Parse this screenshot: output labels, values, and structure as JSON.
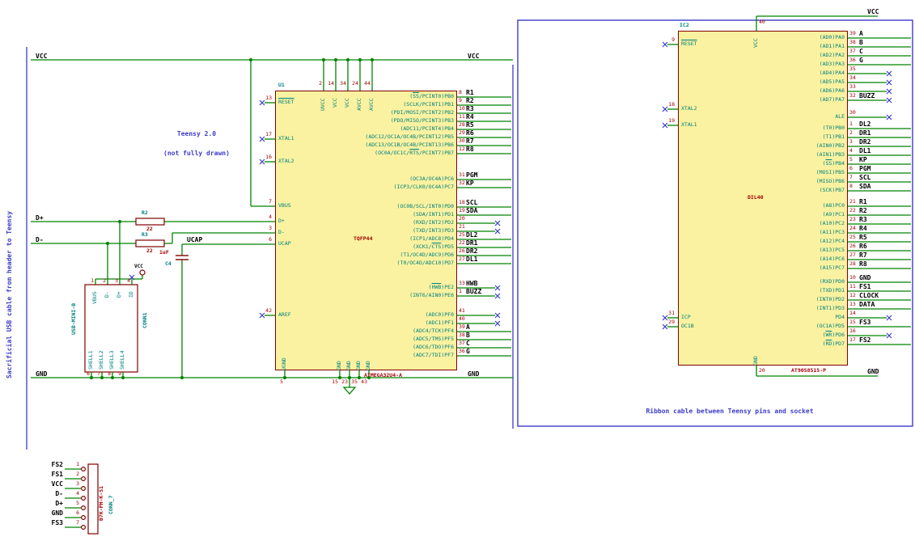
{
  "sheet": {
    "left_note": "Sacrificial USB cable from header to Teensy",
    "teensy_note": [
      "Teensy 2.0",
      "(not fully drawn)"
    ],
    "ribbon_note": "Ribbon cable between Teensy pins and socket"
  },
  "rails": {
    "vcc": "VCC",
    "gnd": "GND",
    "dplus": "D+",
    "dminus": "D-",
    "ucap": "UCAP"
  },
  "colors": {
    "wire": "#008400",
    "note": "#3C3CC8",
    "frame": "#3C3CC8",
    "pin_name": "#008080",
    "pin_number": "#A40000",
    "value": "#A40000",
    "reference": "#008080",
    "label": "#000000",
    "body_fill": "#FAF2A0",
    "body_border": "#800000"
  },
  "u1": {
    "ref": "U1",
    "value": "ATMEGA32U4-A",
    "package": "TQFP44",
    "top_pins": [
      {
        "name": "UVCC",
        "num": "2"
      },
      {
        "name": "VCC",
        "num": "14"
      },
      {
        "name": "VCC",
        "num": "34"
      },
      {
        "name": "AVCC",
        "num": "24"
      },
      {
        "name": "AVCC",
        "num": "44"
      }
    ],
    "bottom_pins": [
      {
        "name": "UGND",
        "num": "5"
      },
      {
        "name": "GND",
        "num": "15"
      },
      {
        "name": "GND",
        "num": "23"
      },
      {
        "name": "GND",
        "num": "35"
      },
      {
        "name": "GND",
        "num": "43"
      }
    ],
    "left_pins": [
      {
        "name": "RESET",
        "num": "13",
        "nc": true,
        "ol": "RESET"
      },
      {
        "name": "XTAL1",
        "num": "17",
        "nc": true
      },
      {
        "name": "XTAL2",
        "num": "16",
        "nc": true
      },
      {
        "name": "VBUS",
        "num": "7"
      },
      {
        "name": "D+",
        "num": "4"
      },
      {
        "name": "D-",
        "num": "3"
      },
      {
        "name": "UCAP",
        "num": "6"
      },
      {
        "name": "AREF",
        "num": "42",
        "nc": true
      }
    ],
    "right_groups": [
      {
        "pins": [
          {
            "name": "(SS/PCINT0)PB0",
            "num": "8",
            "net": "R1",
            "ol": "SS"
          },
          {
            "name": "(SCLK/PCINT1)PB1",
            "num": "9",
            "net": "R2"
          },
          {
            "name": "(PDI/MOSI/PCINT2)PB2",
            "num": "10",
            "net": "R3"
          },
          {
            "name": "(PDO/MISO/PCINT3)PB3",
            "num": "11",
            "net": "R4"
          },
          {
            "name": "(ADC11/PCINT4)PB4",
            "num": "28",
            "net": "R5"
          },
          {
            "name": "(ADC12/OC1A/OC4B/PCINT12)PB5",
            "num": "29",
            "net": "R6"
          },
          {
            "name": "(ADC13/OC1B/OC4B/PCINT13)PB6",
            "num": "30",
            "net": "R7"
          },
          {
            "name": "(OC0A/OC1C/RTS/PCINT7)PB7",
            "num": "12",
            "net": "R8",
            "ol": "RTS"
          }
        ]
      },
      {
        "pins": [
          {
            "name": "(OC3A/OC4A)PC6",
            "num": "31",
            "net": "PGM"
          },
          {
            "name": "(ICP3/CLK0/OC4A)PC7",
            "num": "32",
            "net": "KP"
          }
        ]
      },
      {
        "pins": [
          {
            "name": "(OC0B/SCL/INT0)PD0",
            "num": "18",
            "net": "SCL"
          },
          {
            "name": "(SDA/INT1)PD1",
            "num": "19",
            "net": "SDA"
          },
          {
            "name": "(RXD/INT2)PD2",
            "num": "20",
            "nc": true
          },
          {
            "name": "(TXD/INT3)PD3",
            "num": "21",
            "nc": true
          },
          {
            "name": "(ICP1/ADC8)PD4",
            "num": "25",
            "net": "DL2"
          },
          {
            "name": "(XCK1/CTS)PD5",
            "num": "22",
            "net": "DR1",
            "ol": "CTS"
          },
          {
            "name": "(T1/OC4D/ADC9)PD6",
            "num": "26",
            "net": "DR2"
          },
          {
            "name": "(T0/OC4D/ADC10)PD7",
            "num": "27",
            "net": "DL1"
          }
        ]
      },
      {
        "pins": [
          {
            "name": "(HWB)PE2",
            "num": "33",
            "net": "HWB",
            "nc": true,
            "ol": "HWB"
          },
          {
            "name": "(INT6/AIN0)PE6",
            "num": "1",
            "net": "BUZZ",
            "nc": true
          }
        ]
      },
      {
        "pins": [
          {
            "name": "(ADC0)PF0",
            "num": "41",
            "nc": true
          },
          {
            "name": "(ADC1)PF1",
            "num": "40",
            "nc": true
          },
          {
            "name": "(ADC4/TCK)PF4",
            "num": "39",
            "net": "A"
          },
          {
            "name": "(ADC5/TMS)PF5",
            "num": "38",
            "net": "B"
          },
          {
            "name": "(ADC6/TDO)PF6",
            "num": "37",
            "net": "C"
          },
          {
            "name": "(ADC7/TDI)PF7",
            "num": "36",
            "net": "G"
          }
        ]
      }
    ]
  },
  "r2": {
    "ref": "R2",
    "value": "22"
  },
  "r3": {
    "ref": "R3",
    "value": "22"
  },
  "c4": {
    "ref": "C4",
    "value": "1uF"
  },
  "conn1": {
    "ref": "CONN1",
    "value": "USB-MINI-B",
    "top_pins": [
      {
        "name": "VBUS",
        "num": "1"
      },
      {
        "name": "D-",
        "num": "2"
      },
      {
        "name": "D+",
        "num": "3"
      },
      {
        "name": "ID",
        "num": "4",
        "nc": true
      }
    ],
    "shell_pins": [
      {
        "name": "SHELL1",
        "num": "6"
      },
      {
        "name": "SHELL2",
        "num": "7"
      },
      {
        "name": "SHELL3",
        "num": "8"
      },
      {
        "name": "SHELL4",
        "num": "9"
      }
    ]
  },
  "conn7": {
    "ref": "CONN_7",
    "value": "B7K-PH-K-S1",
    "rows": [
      {
        "label": "FS2",
        "num": "1"
      },
      {
        "label": "FS1",
        "num": "2"
      },
      {
        "label": "VCC",
        "num": "3"
      },
      {
        "label": "D-",
        "num": "4"
      },
      {
        "label": "D+",
        "num": "5"
      },
      {
        "label": "GND",
        "num": "6"
      },
      {
        "label": "FS3",
        "num": "7"
      }
    ]
  },
  "ic2": {
    "ref": "IC2",
    "value": "AT90S8515-P",
    "package": "DIL40",
    "top_pins": [
      {
        "name": "VCC",
        "num": "40"
      }
    ],
    "bottom_pins": [
      {
        "name": "GND",
        "num": "20"
      }
    ],
    "left_pins": [
      {
        "name": "RESET",
        "num": "9",
        "nc": true,
        "ol": "RESET"
      },
      {
        "name": "XTAL2",
        "num": "18",
        "nc": true
      },
      {
        "name": "XTAL1",
        "num": "19",
        "nc": true
      },
      {
        "name": "ICP",
        "num": "31",
        "nc": true
      },
      {
        "name": "OC1B",
        "num": "29",
        "nc": true
      }
    ],
    "right_groups": [
      {
        "pins": [
          {
            "name": "(AD0)PA0",
            "num": "39",
            "net": "A"
          },
          {
            "name": "(AD1)PA1",
            "num": "38",
            "net": "B"
          },
          {
            "name": "(AD2)PA2",
            "num": "37",
            "net": "C"
          },
          {
            "name": "(AD3)PA3",
            "num": "36",
            "net": "G"
          },
          {
            "name": "(AD4)PA4",
            "num": "35",
            "nc": true
          },
          {
            "name": "(AD5)PA5",
            "num": "34",
            "nc": true
          },
          {
            "name": "(AD6)PA6",
            "num": "33",
            "nc": true
          },
          {
            "name": "(AD7)PA7",
            "num": "32",
            "net": "BUZZ",
            "nc": true
          }
        ]
      },
      {
        "pins": [
          {
            "name": "ALE",
            "num": "30",
            "nc": true
          }
        ]
      },
      {
        "pins": [
          {
            "name": "(T0)PB0",
            "num": "1",
            "net": "DL2"
          },
          {
            "name": "(T1)PB1",
            "num": "2",
            "net": "DR1"
          },
          {
            "name": "(AIN0)PB2",
            "num": "3",
            "net": "DR2"
          },
          {
            "name": "(AIN1)PB3",
            "num": "4",
            "net": "DL1"
          },
          {
            "name": "(SS)PB4",
            "num": "5",
            "net": "KP",
            "ol": "SS"
          },
          {
            "name": "(MOSI)PB5",
            "num": "6",
            "net": "PGM"
          },
          {
            "name": "(MISO)PB6",
            "num": "7",
            "net": "SCL"
          },
          {
            "name": "(SCK)PB7",
            "num": "8",
            "net": "SDA"
          }
        ]
      },
      {
        "pins": [
          {
            "name": "(A8)PC0",
            "num": "21",
            "net": "R1"
          },
          {
            "name": "(A9)PC1",
            "num": "22",
            "net": "R2"
          },
          {
            "name": "(A10)PC2",
            "num": "23",
            "net": "R3"
          },
          {
            "name": "(A11)PC3",
            "num": "24",
            "net": "R4"
          },
          {
            "name": "(A12)PC4",
            "num": "25",
            "net": "R5"
          },
          {
            "name": "(A13)PC5",
            "num": "26",
            "net": "R6"
          },
          {
            "name": "(A14)PC6",
            "num": "27",
            "net": "R7"
          },
          {
            "name": "(A15)PC7",
            "num": "28",
            "net": "R8"
          }
        ]
      },
      {
        "pins": [
          {
            "name": "(RXD)PD0",
            "num": "10",
            "net": "GND"
          },
          {
            "name": "(TXD)PD1",
            "num": "11",
            "net": "FS1"
          },
          {
            "name": "(INT0)PD2",
            "num": "12",
            "net": "CLOCK"
          },
          {
            "name": "(INT1)PD3",
            "num": "13",
            "net": "DATA"
          },
          {
            "name": "PD4",
            "num": "14",
            "nc": true
          },
          {
            "name": "(OC1A)PD5",
            "num": "15",
            "net": "FS3"
          },
          {
            "name": "(WR)PD6",
            "num": "16",
            "nc": true,
            "ol": "WR"
          },
          {
            "name": "(RD)PD7",
            "num": "17",
            "net": "FS2",
            "ol": "RD"
          }
        ]
      }
    ]
  }
}
